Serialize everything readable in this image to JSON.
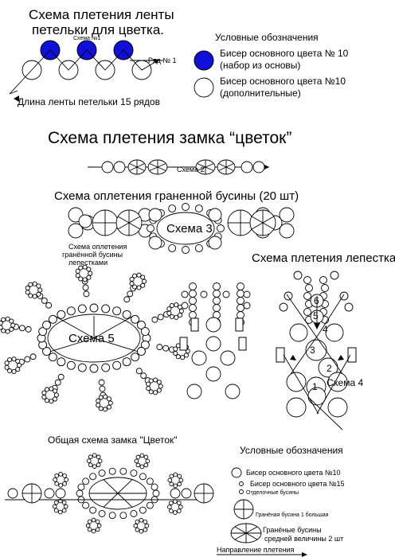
{
  "band": {
    "title_line1": "Схема плетения ленты",
    "title_line2": "петельки для цветка.",
    "scheme_label": "Схема №1",
    "row_label": "Ряд № 1",
    "length_label": "Длина ленты петельки 15 рядов"
  },
  "legend_top": {
    "title": "Условные обозначения",
    "item1_line1": "Бисер основного цвета № 10",
    "item1_line2": "(набор из основы)",
    "item2_line1": "Бисер основного цвета №10",
    "item2_line2": "(дополнительные)",
    "colors": {
      "main_bead": "#1010d8",
      "extra_bead": "#ffffff"
    }
  },
  "clasp": {
    "title": "Схема плетения замка “цветок”",
    "scheme_label": "Схема 2"
  },
  "faceted": {
    "title": "Схема оплетения граненной бусины (20 шт)",
    "scheme_label": "Схема 3"
  },
  "petal_bead": {
    "caption_line1": "Схема оплетения",
    "caption_line2": "гранённой бусины",
    "caption_line3": "лепестками",
    "scheme_label": "Схема 5"
  },
  "petal": {
    "title": "Схема плетения лепестка",
    "scheme_label": "Схема 4",
    "step_numbers": [
      "1",
      "2",
      "3",
      "4",
      "5",
      "6"
    ]
  },
  "general": {
    "title": "Общая схема замка \"Цветок\""
  },
  "legend_bottom": {
    "title": "Условные обозначения",
    "item1": "Бисер основного цвета №10",
    "item2": "Бисер основного цвета №15",
    "item3": "Отделочные бусины",
    "item4": "Гранёная бусина 1 большая",
    "item5_line1": "Гранёные бусины",
    "item5_line2": "средней величины 2 шт",
    "direction": "Направление плетения"
  }
}
